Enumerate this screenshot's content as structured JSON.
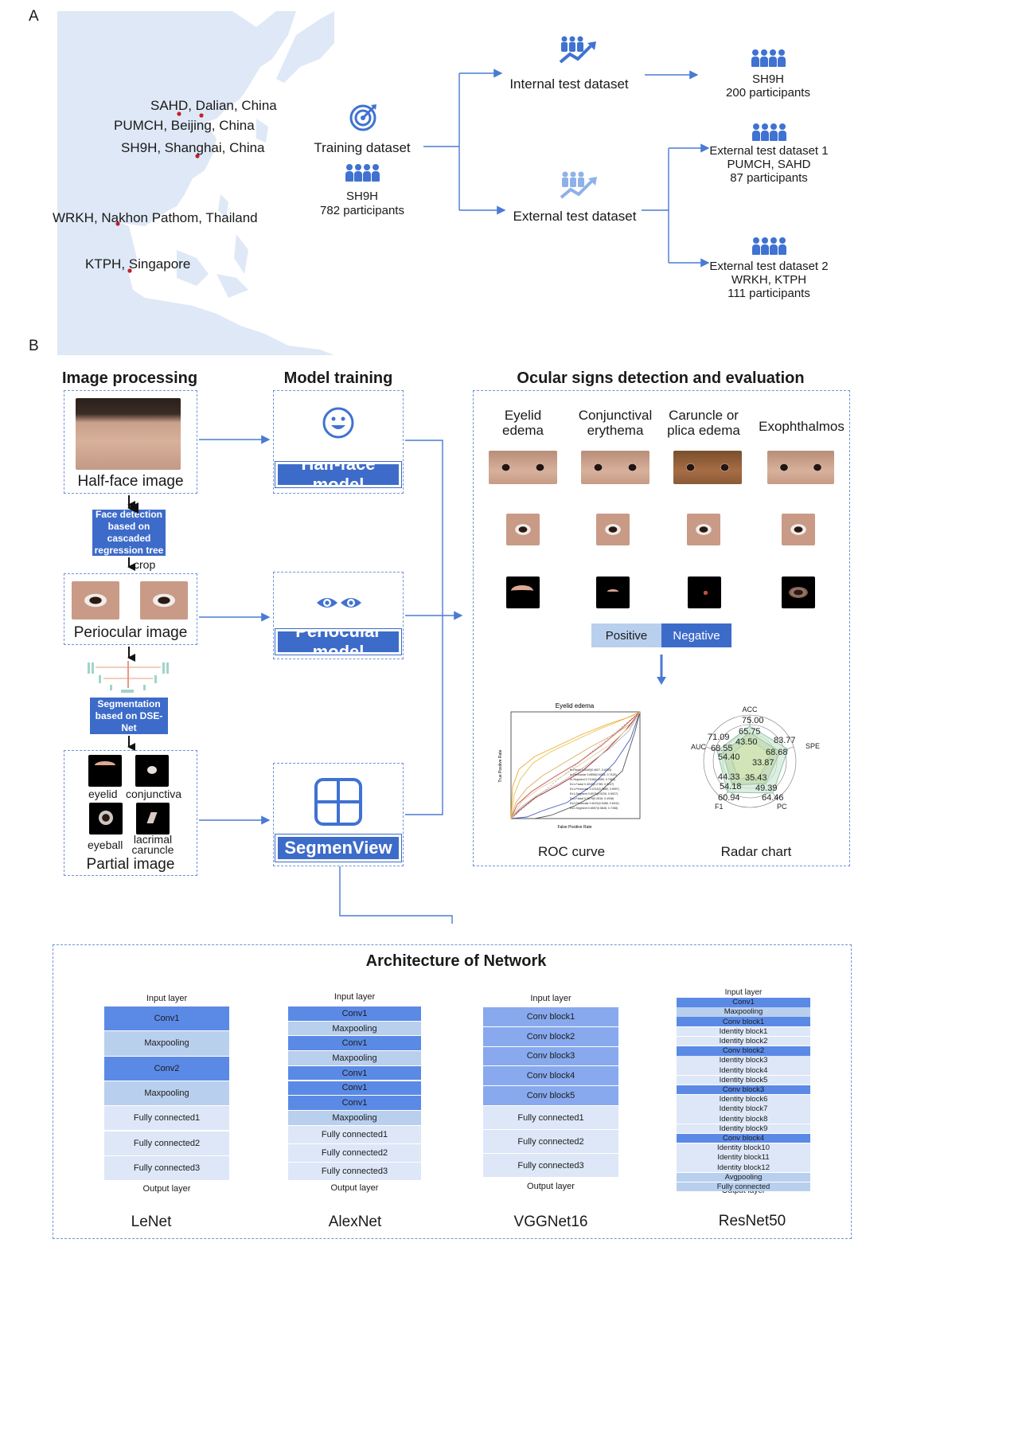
{
  "panel_a": {
    "letter": "A",
    "sites": [
      {
        "label": "SAHD, Dalian, China"
      },
      {
        "label": "PUMCH, Beijing, China"
      },
      {
        "label": "SH9H, Shanghai, China"
      },
      {
        "label": "WRKH, Nakhon Pathom, Thailand"
      },
      {
        "label": "KTPH, Singapore"
      }
    ],
    "training": {
      "title": "Training dataset",
      "site": "SH9H",
      "count": "782 participants"
    },
    "internal": {
      "title": "Internal test dataset",
      "site": "SH9H",
      "count": "200 participants"
    },
    "external": {
      "title": "External test dataset"
    },
    "external1": {
      "title": "External test dataset 1",
      "sites": "PUMCH, SAHD",
      "count": "87 participants"
    },
    "external2": {
      "title": "External test dataset 2",
      "sites": "WRKH, KTPH",
      "count": "111 participants"
    }
  },
  "panel_b": {
    "letter": "B",
    "image_processing": {
      "heading": "Image processing",
      "half_face": "Half-face image",
      "face_detection": "Face detection based on cascaded regression tree",
      "crop": "crop",
      "periocular": "Periocular image",
      "segmentation": "Segmentation based on DSE-Net",
      "parts": {
        "eyelid": "eyelid",
        "conjunctiva": "conjunctiva",
        "eyeball": "eyeball",
        "caruncle_1": "lacrimal",
        "caruncle_2": "caruncle"
      },
      "partial": "Partial image"
    },
    "model_training": {
      "heading": "Model training",
      "half_face_model": "Half-face model",
      "periocular_model": "Periocular model",
      "segmenview": "SegmenView"
    },
    "detection": {
      "heading": "Ocular signs detection and evaluation",
      "signs": [
        {
          "line1": "Eyelid",
          "line2": "edema"
        },
        {
          "line1": "Conjunctival",
          "line2": "erythema"
        },
        {
          "line1": "Caruncle or",
          "line2": "plica edema"
        },
        {
          "line1": "Exophthalmos",
          "line2": ""
        }
      ],
      "positive": "Positive",
      "negative": "Negative",
      "roc_label": "ROC curve",
      "radar_label": "Radar chart",
      "roc_title": "Eyelid edema",
      "roc_xlabel": "False Positive Rate",
      "roc_ylabel": "True Positive Rate",
      "roc_legend": [
        "In-Facial 0.5440(0.4627, 0.6253)",
        "In-Periocular 0.6855(0.6284, 0.7426)",
        "In-Segment 0.7108(0.6555, 0.7663)",
        "Ex1-Facial 0.4016(0.2785, 0.5247)",
        "Ex1-Periocular 0.4743(0.3889, 0.5597)",
        "Ex1-Segment 0.6076(0.5226, 0.6927)",
        "Ex2-Facial 0.3879(0.2818, 0.4938)",
        "Ex2-Periocular 0.6215(0.5488, 0.6941)",
        "Ex2-Segment 0.6557(0.5846, 0.7268)"
      ],
      "radar_axes": [
        "ACC",
        "SPE",
        "PC",
        "F1",
        "AUC"
      ],
      "radar_values": [
        "75.00",
        "83.77",
        "65.75",
        "43.50",
        "71.09",
        "68.55",
        "54.40",
        "68.68",
        "33.87",
        "44.33",
        "35.43",
        "54.18",
        "49.39",
        "60.94",
        "64.46"
      ]
    },
    "architecture": {
      "heading": "Architecture of Network",
      "lenet": {
        "name": "LeNet",
        "input": "Input layer",
        "output": "Output layer",
        "layers": [
          "Conv1",
          "Maxpooling",
          "Conv2",
          "Maxpooling",
          "Fully connected1",
          "Fully connected2",
          "Fully connected3"
        ]
      },
      "alexnet": {
        "name": "AlexNet",
        "input": "Input layer",
        "output": "Output layer",
        "layers": [
          "Conv1",
          "Maxpooling",
          "Conv1",
          "Maxpooling",
          "Conv1",
          "Conv1",
          "Conv1",
          "Maxpooling",
          "Fully connected1",
          "Fully connected2",
          "Fully connected3"
        ]
      },
      "vggnet": {
        "name": "VGGNet16",
        "input": "Input layer",
        "output": "Output layer",
        "layers": [
          "Conv block1",
          "Conv block2",
          "Conv block3",
          "Conv block4",
          "Conv block5",
          "Fully connected1",
          "Fully connected2",
          "Fully connected3"
        ]
      },
      "resnet": {
        "name": "ResNet50",
        "input": "Input layer",
        "output": "Output layer",
        "layers": [
          "Conv1",
          "Maxpooling",
          "Conv block1",
          "Identity block1",
          "Identity block2",
          "Conv block2",
          "Identity block3",
          "Identity block4",
          "Identity block5",
          "Conv block3",
          "Identity block6",
          "Identity block7",
          "Identity block8",
          "Identity block9",
          "Conv block4",
          "Identity block10",
          "Identity block11",
          "Identity block12",
          "Avgpooling",
          "Fully connected"
        ]
      }
    }
  }
}
